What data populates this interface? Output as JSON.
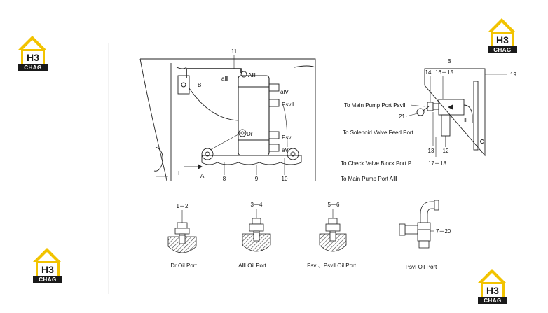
{
  "logo": {
    "mark": "H3",
    "name": "CHAG",
    "colors": {
      "roof": "#f2c300",
      "body": "#1a1a1a",
      "band": "#1a1a1a",
      "text_on_band": "#ffffff"
    }
  },
  "left_view": {
    "part_numbers": {
      "p11": "11",
      "p8": "8",
      "p9": "9",
      "p10": "10"
    },
    "ports": {
      "a3_small": "aⅢ",
      "a3_big": "AⅢ",
      "a4": "aⅣ",
      "psv2": "PsvⅡ",
      "psv1": "PsvⅠ",
      "av": "aⅤ",
      "dr": "Dr"
    },
    "views": {
      "b": "B",
      "a": "A",
      "roman1": "Ⅰ"
    }
  },
  "right_view": {
    "view_b": "B",
    "part_numbers": {
      "p14": "14",
      "p16_15": "16－15",
      "p19": "19",
      "p21": "21",
      "p13": "13",
      "p12": "12",
      "p17_18": "17－18"
    },
    "roman2": "Ⅱ",
    "annotations": {
      "main_pump_psv2": "To Main Pump Port PsvⅡ",
      "solenoid_feed": "To Solenoid Valve Feed Port",
      "check_valve": "To Check Valve Block Port P",
      "main_pump_a3": "To Main Pump Port AⅢ"
    }
  },
  "fittings": [
    {
      "number": "1－2",
      "caption": "Dr Oil Port"
    },
    {
      "number": "3－4",
      "caption": "AⅢ Oil Port"
    },
    {
      "number": "5－6",
      "caption": "PsvⅠ、PsvⅡ Oil Port"
    },
    {
      "number": "7－20",
      "caption": "PsvⅠ Oil Port"
    }
  ]
}
